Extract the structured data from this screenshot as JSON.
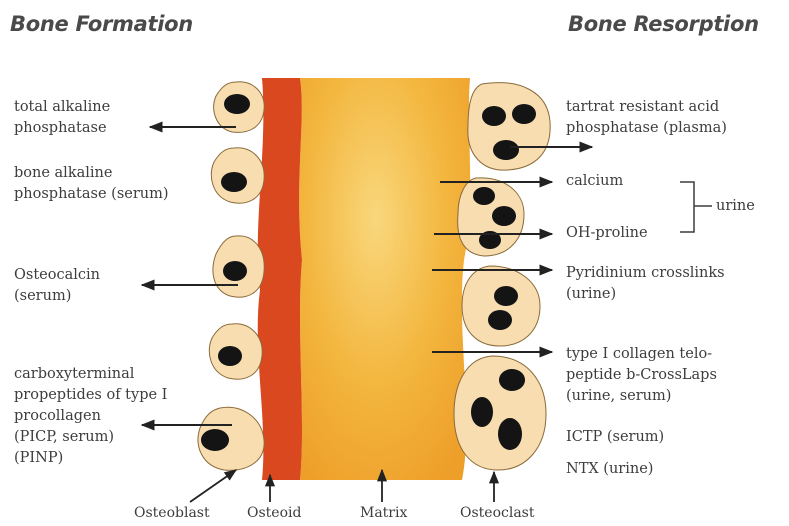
{
  "headings": {
    "left": "Bone Formation",
    "right": "Bone Resorption"
  },
  "left_labels": [
    {
      "lines": [
        "total alkaline",
        "phosphatase"
      ]
    },
    {
      "lines": [
        "bone alkaline",
        "phosphatase (serum)"
      ]
    },
    {
      "lines": [
        "Osteocalcin",
        "(serum)"
      ]
    },
    {
      "lines": [
        "carboxyterminal",
        "propeptides of type I",
        "procollagen",
        "(PICP, serum)",
        "(PINP)"
      ]
    }
  ],
  "right_labels": [
    {
      "lines": [
        "tartrat resistant acid",
        "phosphatase (plasma)"
      ]
    },
    {
      "lines": [
        "calcium"
      ]
    },
    {
      "lines": [
        "OH-proline"
      ]
    },
    {
      "lines": [
        "Pyridinium crosslinks",
        "(urine)"
      ]
    },
    {
      "lines": [
        "type I collagen telo-",
        "peptide b-CrossLaps",
        "(urine, serum)"
      ]
    },
    {
      "lines": [
        "ICTP (serum)"
      ]
    },
    {
      "lines": [
        "NTX (urine)"
      ]
    }
  ],
  "bracket_label": "urine",
  "bottom_labels": [
    "Osteoblast",
    "Osteoid",
    "Matrix",
    "Osteoclast"
  ],
  "colors": {
    "matrix": "#f2b135",
    "matrix_light": "#f7cf6e",
    "osteoid": "#d9481f",
    "cell": "#f8ddb0",
    "nucleus": "#141414",
    "arrow": "#222222"
  }
}
